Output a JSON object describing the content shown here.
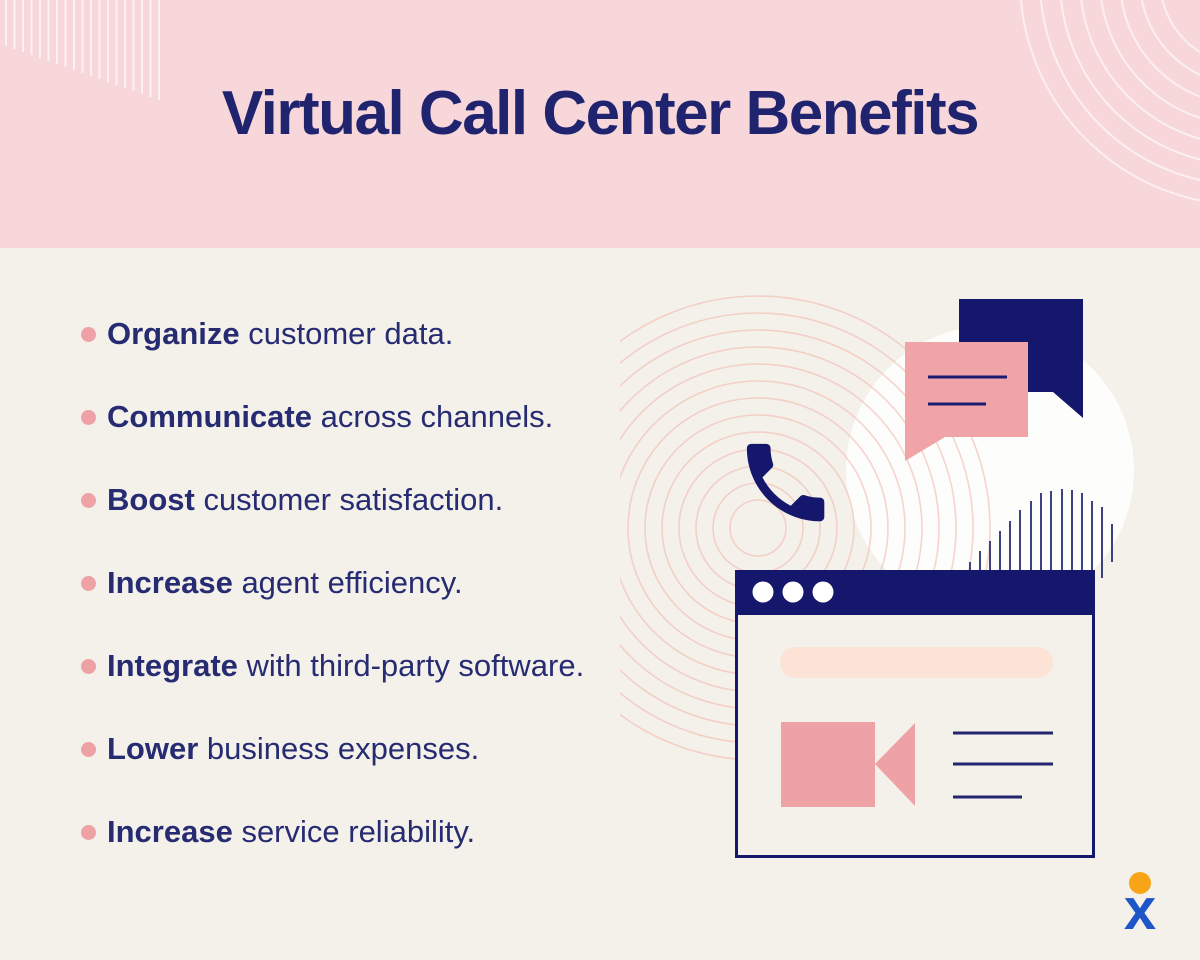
{
  "header": {
    "title": "Virtual Call Center Benefits"
  },
  "benefits": [
    {
      "lead": "Organize",
      "rest": " customer data."
    },
    {
      "lead": "Communicate",
      "rest": " across channels."
    },
    {
      "lead": "Boost",
      "rest": " customer satisfaction."
    },
    {
      "lead": "Increase",
      "rest": " agent efficiency."
    },
    {
      "lead": "Integrate",
      "rest": " with third-party software."
    },
    {
      "lead": "Lower",
      "rest": " business expenses."
    },
    {
      "lead": "Increase",
      "rest": " service reliability."
    }
  ],
  "logo": {
    "letter": "x"
  },
  "colors": {
    "header_pink": "#f7d7da",
    "body_cream": "#f3f1ea",
    "shape_navy": "#14176b",
    "text_navy": "#262b72",
    "accent_pink": "#efa2a6",
    "ring_pink": "#f4beb4",
    "peach": "#fce3d5",
    "white_circle": "#fdfdfb",
    "logo_blue": "#1e55c7",
    "logo_yellow": "#f9a51a"
  }
}
